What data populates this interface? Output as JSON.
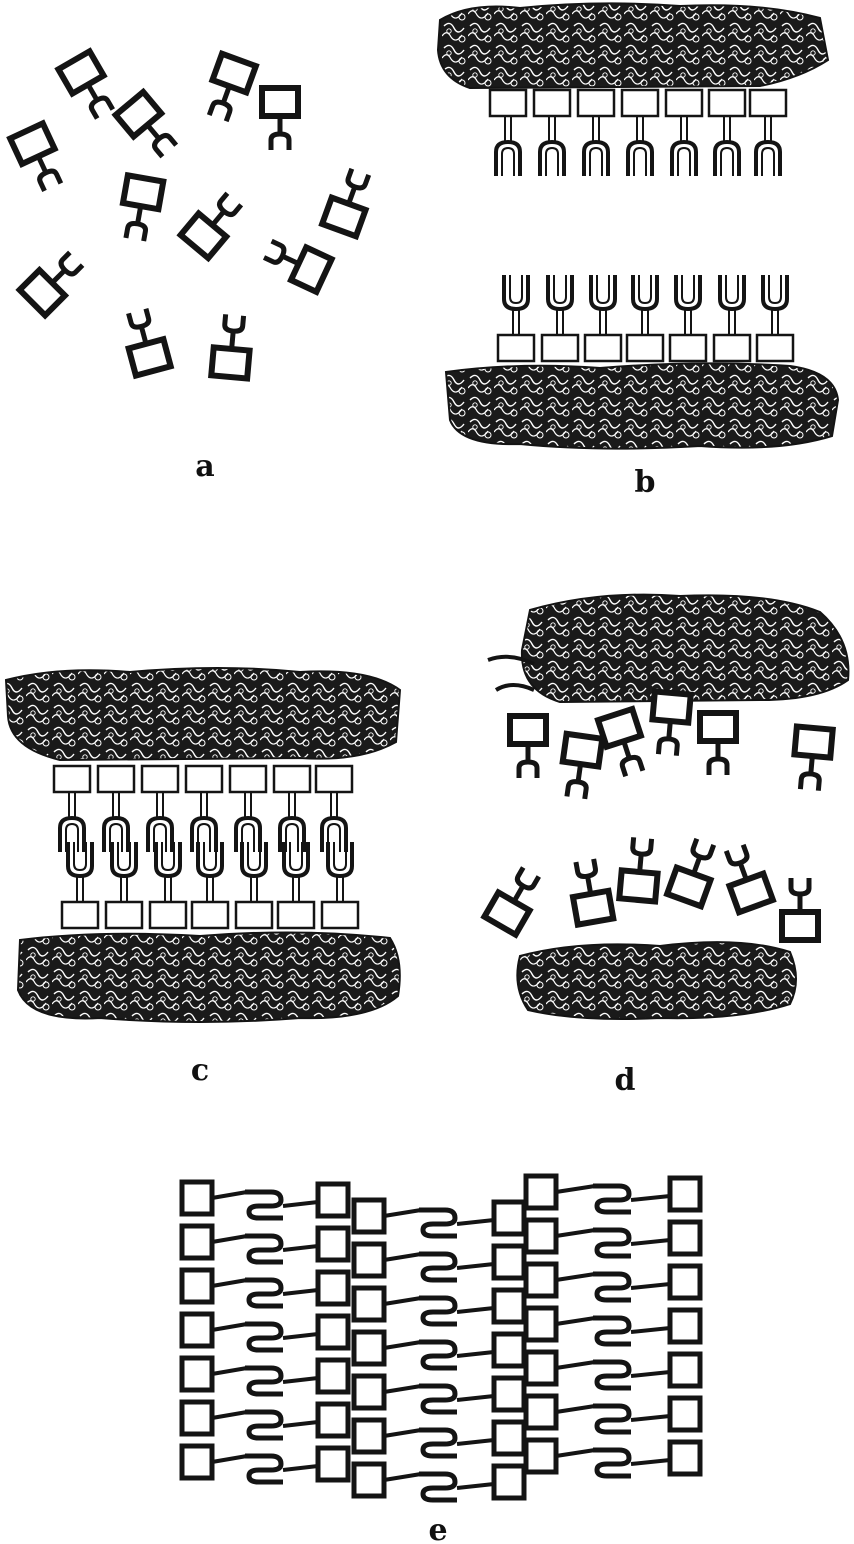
{
  "labels": {
    "a": "a",
    "b": "b",
    "c": "c",
    "d": "d",
    "e": "e"
  },
  "colors": {
    "ink": "#141414",
    "paper": "#ffffff"
  }
}
